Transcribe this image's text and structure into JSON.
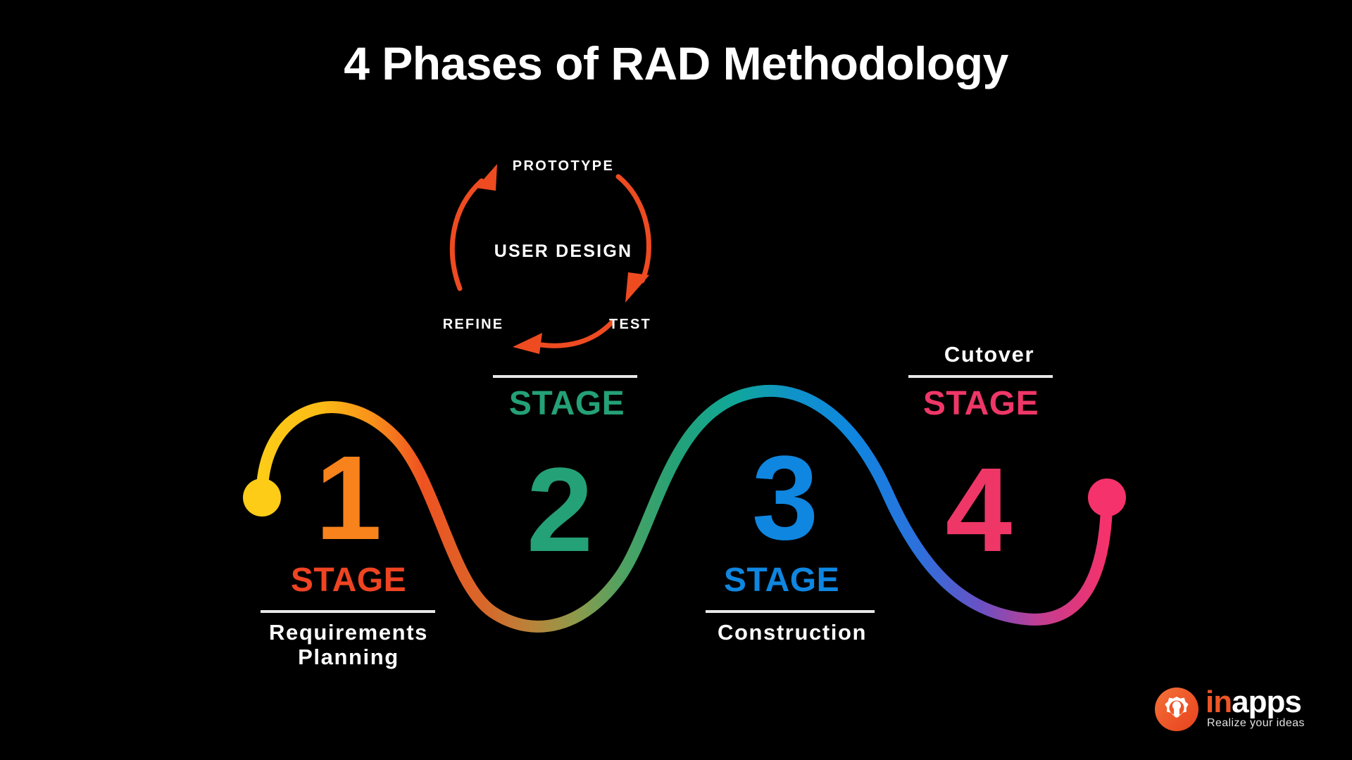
{
  "page": {
    "title": "4 Phases of RAD Methodology",
    "background_color": "#000000"
  },
  "cycle": {
    "name": "user-design-iteration-cycle",
    "arrow_color": "#EE4B21",
    "labels": {
      "top": "PROTOTYPE",
      "center": "USER DESIGN",
      "bottom_left": "REFINE",
      "bottom_right": "TEST"
    }
  },
  "wave": {
    "start_dot_color": "#FCCC17",
    "end_dot_color": "#F5326B",
    "gradient_stops": [
      "#FCCC17",
      "#F8911A",
      "#EF5221",
      "#C07A2E",
      "#8F9A4B",
      "#24A176",
      "#10A79A",
      "#0F86E0",
      "#3E63D4",
      "#8C46B4",
      "#EE3767",
      "#F5326B"
    ]
  },
  "stages": [
    {
      "number": "1",
      "word": "STAGE",
      "description": "Requirements\nPlanning",
      "color": "#F8821C",
      "word_color": "#EF4422",
      "position": "below"
    },
    {
      "number": "2",
      "word": "STAGE",
      "description": "",
      "color": "#24A176",
      "word_color": "#24A176",
      "position": "above"
    },
    {
      "number": "3",
      "word": "STAGE",
      "description": "Construction",
      "color": "#0F86E0",
      "word_color": "#0F86E0",
      "position": "below"
    },
    {
      "number": "4",
      "word": "STAGE",
      "description": "Cutover",
      "color": "#EE3767",
      "word_color": "#EE3767",
      "position": "above"
    }
  ],
  "logo": {
    "mark": "gear-rocket-icon",
    "name_part1": "in",
    "name_part2": "apps",
    "tagline": "Realize your ideas",
    "accent_color": "#EE5626"
  }
}
